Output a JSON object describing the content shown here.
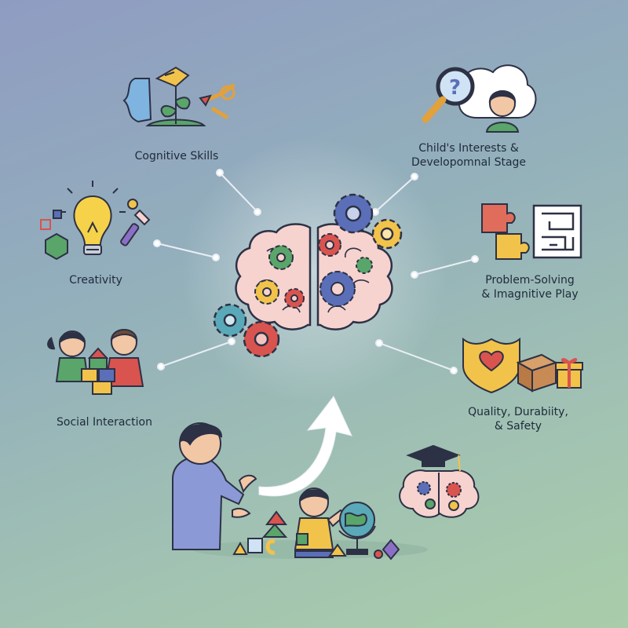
{
  "nodes": {
    "cognitive_skills": "Cognitive Skills",
    "creativity": "Creativity",
    "social_interaction": "Social Interaction",
    "interests": {
      "line1": "Child's Interests &",
      "line2": "Developomnal Stage"
    },
    "problem_solving": {
      "line1": "Problem-Solving",
      "line2": "& Imagnitive Play"
    },
    "quality": {
      "line1": "Quality, Durabiity,",
      "line2": "& Safety"
    }
  },
  "colors": {
    "brain_fill": "#f6d3cf",
    "brain_stroke": "#2d3145",
    "gear_blue": "#5b6fb8",
    "gear_yellow": "#f2c34a",
    "gear_red": "#d9544f",
    "gear_green": "#5aa56a",
    "gear_teal": "#5aa9b8",
    "connector": "#e9eef5",
    "arrow": "#ffffff"
  }
}
